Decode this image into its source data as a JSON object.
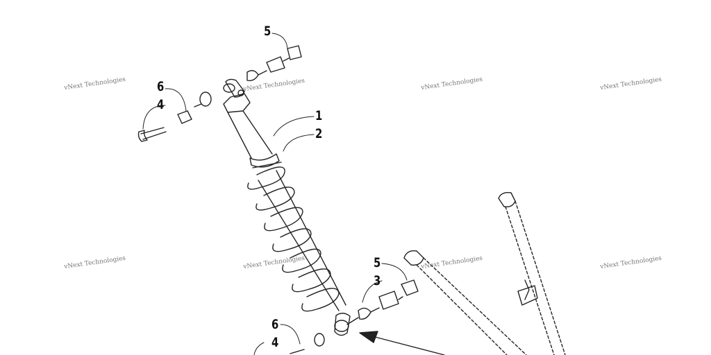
{
  "callouts": {
    "top_5": "5",
    "top_6": "6",
    "top_4": "4",
    "shock_1": "1",
    "spring_2": "2",
    "bottom_5": "5",
    "bottom_3": "3",
    "bottom_6": "6",
    "bottom_4": "4"
  },
  "watermark": {
    "text": "vNext Technologies"
  },
  "colors": {
    "line": "#222222",
    "background": "#ffffff"
  }
}
